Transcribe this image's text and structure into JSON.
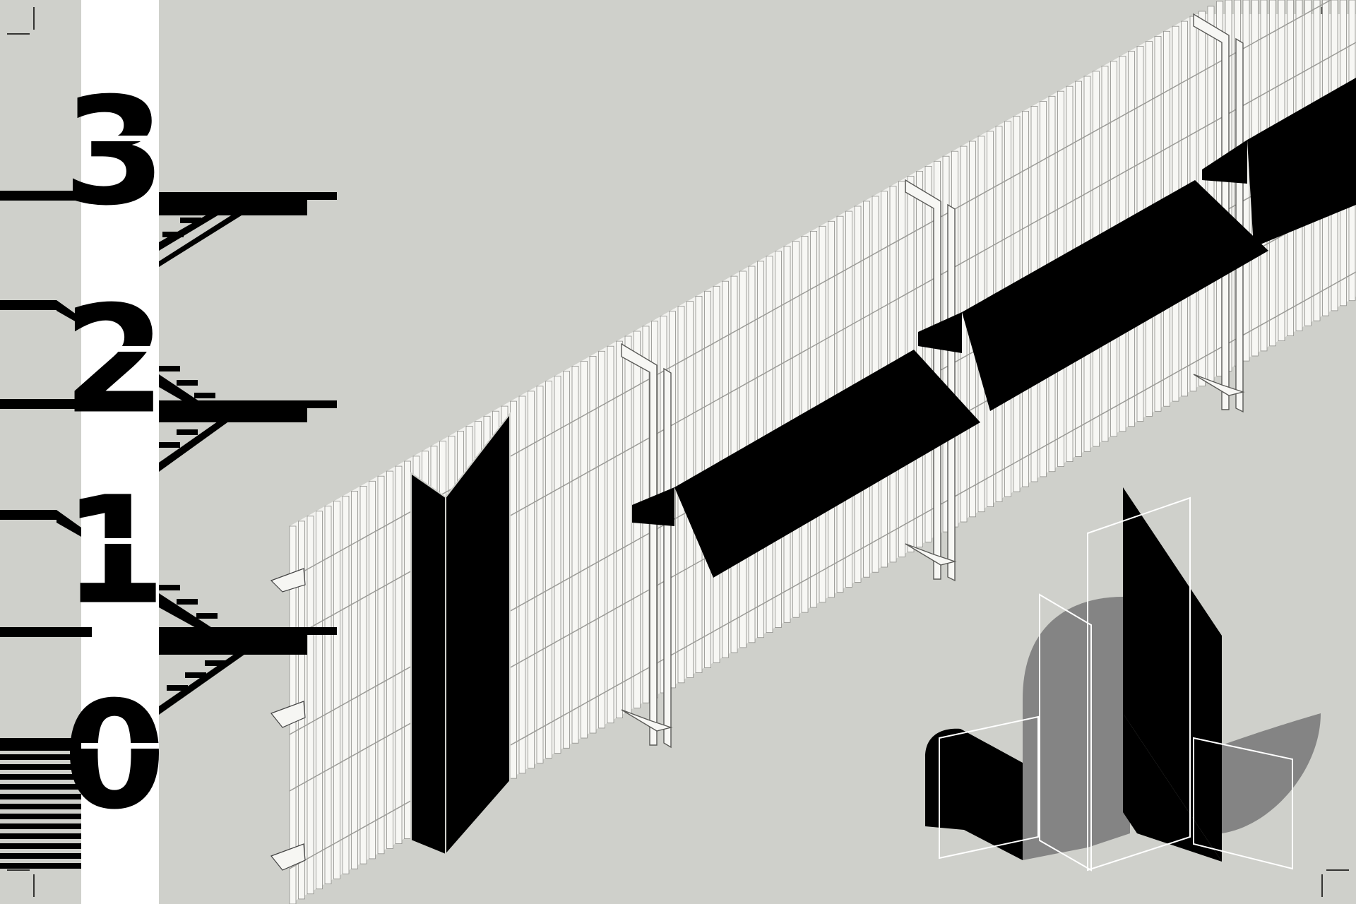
{
  "diagram": {
    "level_labels": [
      "3",
      "2",
      "1",
      "0"
    ],
    "colors": {
      "background": "#cfd0cb",
      "panel": "#ffffff",
      "ink": "#000000",
      "fence_slat": "#f4f4f1",
      "fence_line": "#8e8e8a",
      "translucent_grey": "#7f7f7f",
      "frame_outline": "#ffffff"
    },
    "components": {
      "fence": "vertical-slat-screen",
      "shelves": "black-folded-plates",
      "frames": "white-rectangular-frames",
      "standing_panel": "black-folded-panel",
      "sculpture": "black-grey-shapes-with-white-frames"
    }
  }
}
